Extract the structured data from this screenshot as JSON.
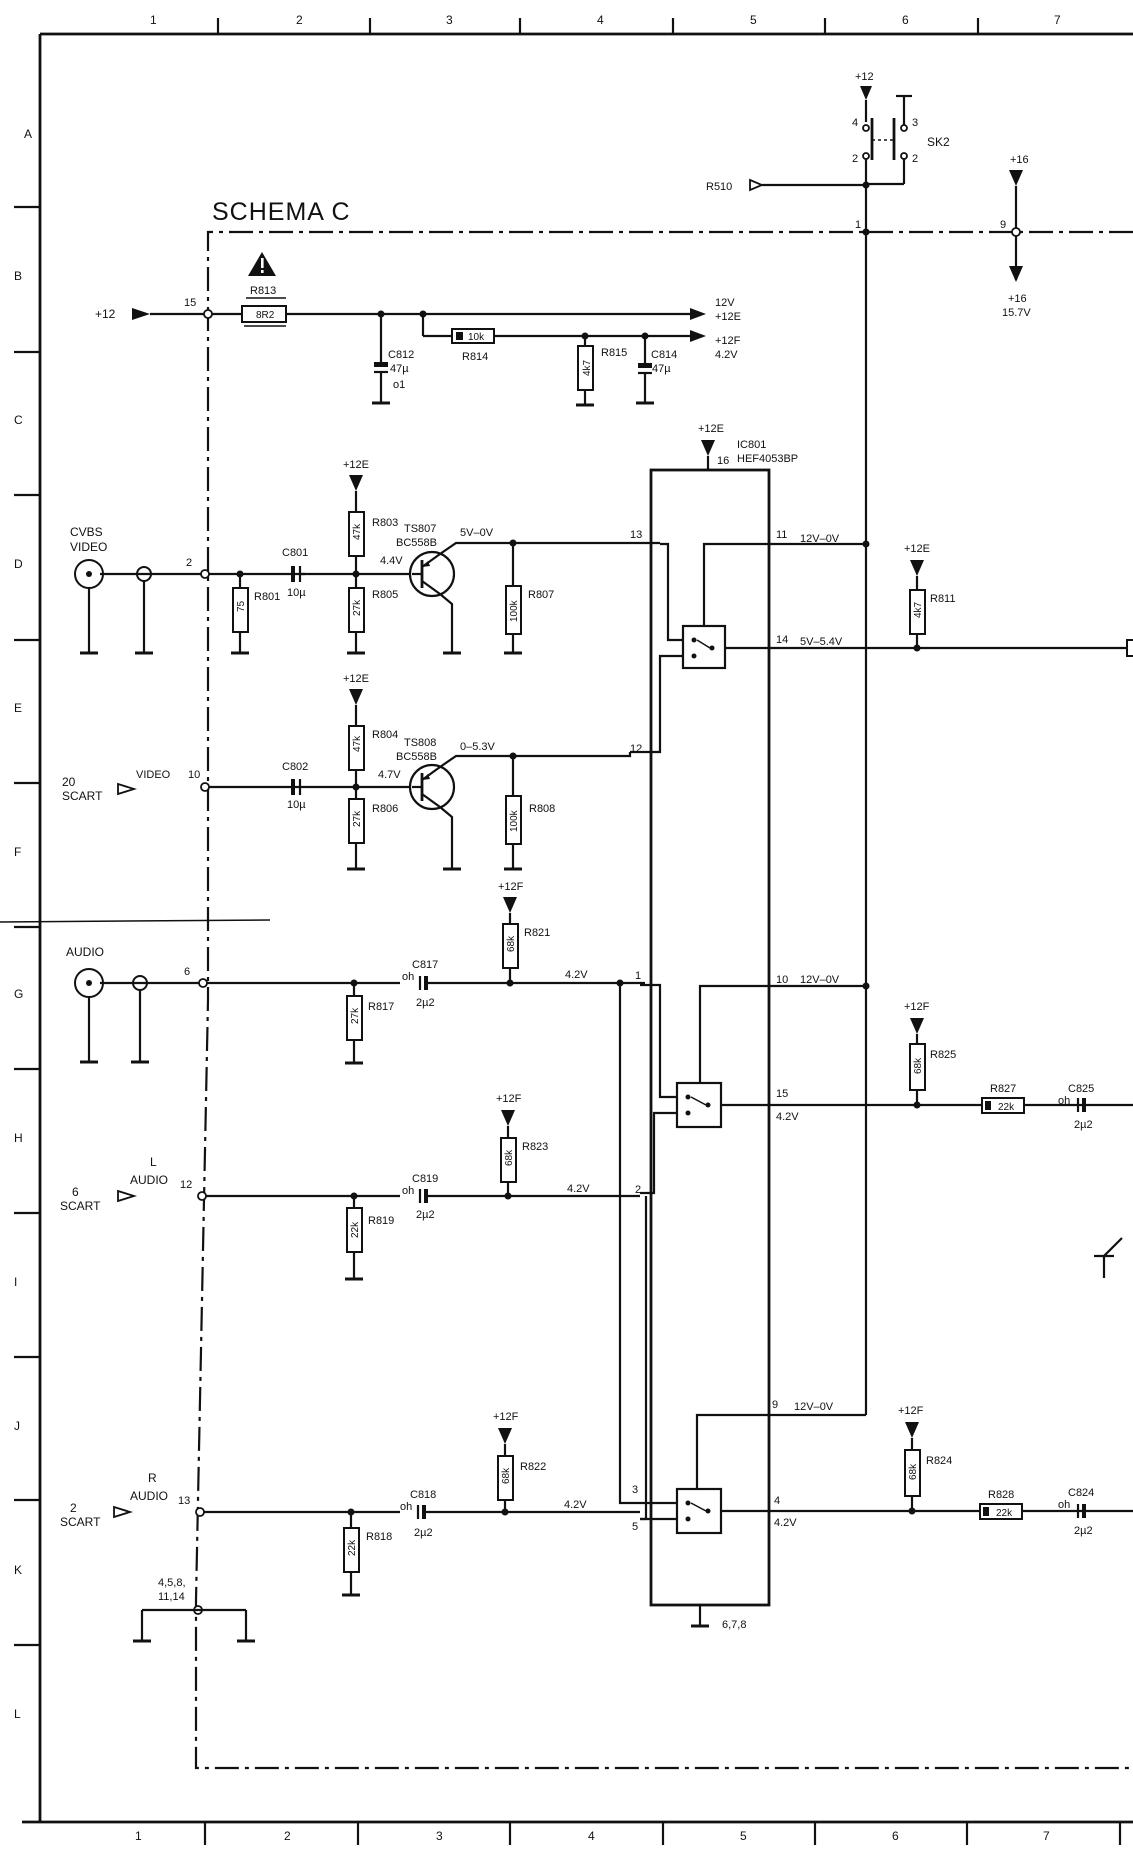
{
  "title": "SCHEMA C",
  "grid": {
    "cols_top": [
      "1",
      "2",
      "3",
      "4",
      "5",
      "6",
      "7"
    ],
    "cols_bottom": [
      "1",
      "2",
      "3",
      "4",
      "5",
      "6",
      "7"
    ],
    "rows": [
      "A",
      "B",
      "C",
      "D",
      "E",
      "F",
      "G",
      "H",
      "I",
      "J",
      "K",
      "L"
    ]
  },
  "power": {
    "p12_in": "+12",
    "p12_pin": "15",
    "r813": "R813",
    "r813_val": "8R2",
    "out_12v_a": "12V",
    "out_12v_b": "+12E",
    "out_12f_a": "+12F",
    "out_12f_b": "4.2V",
    "r814": "R814",
    "r814_val": "10k",
    "c812": "C812",
    "c812_val": "47µ",
    "c812_note": "o1",
    "r815": "R815",
    "r815_val": "4k7",
    "c814": "C814",
    "c814_val": "47µ"
  },
  "switch": {
    "supply": "+12",
    "name": "SK2",
    "pins": [
      "4",
      "3",
      "2",
      "2"
    ],
    "r510": "R510",
    "node1": "1",
    "p16": "+16",
    "node9": "9",
    "p16_out": "+16",
    "v157": "15.7V"
  },
  "ic": {
    "supply": "+12E",
    "pin16": "16",
    "name": "IC801",
    "part": "HEF4053BP",
    "pin13": "13",
    "pin11": "11",
    "v11": "12V–0V",
    "pin14": "14",
    "v14": "5V–5.4V",
    "pin12": "12",
    "pin1": "1",
    "pin10": "10",
    "v10": "12V–0V",
    "pin15": "15",
    "v15": "4.2V",
    "pin2": "2",
    "pin9": "9",
    "v9": "12V–0V",
    "pin3": "3",
    "pin5": "5",
    "pin4": "4",
    "v4": "4.2V",
    "gnd": "6,7,8"
  },
  "video": {
    "cvbs_a": "CVBS",
    "cvbs_b": "VIDEO",
    "pin2": "2",
    "c801": "C801",
    "c801_val": "10µ",
    "r801": "R801",
    "r801_val": "75",
    "p12e_a": "+12E",
    "r803": "R803",
    "r803_val": "47k",
    "r805": "R805",
    "r805_val": "27k",
    "ts807": "TS807",
    "ts807_type": "BC558B",
    "v807b": "4.4V",
    "v807e": "5V–0V",
    "r807": "R807",
    "r807_val": "100k",
    "scart20": "20",
    "scart_lbl": "SCART",
    "video_lbl": "VIDEO",
    "pin10": "10",
    "c802": "C802",
    "c802_val": "10µ",
    "p12e_b": "+12E",
    "r804": "R804",
    "r804_val": "47k",
    "r806": "R806",
    "r806_val": "27k",
    "ts808": "TS808",
    "ts808_type": "BC558B",
    "v808b": "4.7V",
    "v808e": "0–5.3V",
    "r808": "R808",
    "r808_val": "100k",
    "p12e_c": "+12E",
    "r811": "R811",
    "r811_val": "4k7"
  },
  "audio": {
    "audio_lbl": "AUDIO",
    "pin6": "6",
    "c817": "C817",
    "c817_val": "2µ2",
    "oh": "oh",
    "r817": "R817",
    "r817_val": "27k",
    "p12f_a": "+12F",
    "r821": "R821",
    "r821_val": "68k",
    "v_a": "4.2V",
    "scart6": "6",
    "scart_lbl": "SCART",
    "l_lbl": "L",
    "l_audio": "AUDIO",
    "pin12": "12",
    "c819": "C819",
    "c819_val": "2µ2",
    "r819": "R819",
    "r819_val": "22k",
    "p12f_b": "+12F",
    "r823": "R823",
    "r823_val": "68k",
    "v_b": "4.2V",
    "scart2": "2",
    "r_lbl": "R",
    "r_audio": "AUDIO",
    "pin13": "13",
    "c818": "C818",
    "c818_val": "2µ2",
    "r818": "R818",
    "r818_val": "22k",
    "p12f_c": "+12F",
    "r822": "R822",
    "r822_val": "68k",
    "v_c": "4.2V",
    "gnd_pins_a": "4,5,8,",
    "gnd_pins_b": "11,14",
    "p12f_d": "+12F",
    "r825": "R825",
    "r825_val": "68k",
    "r827": "R827",
    "r827_val": "22k",
    "c825": "C825",
    "c825_val": "2µ2",
    "p12f_e": "+12F",
    "r824": "R824",
    "r824_val": "68k",
    "r828": "R828",
    "r828_val": "22k",
    "c824": "C824",
    "c824_val": "2µ2"
  }
}
